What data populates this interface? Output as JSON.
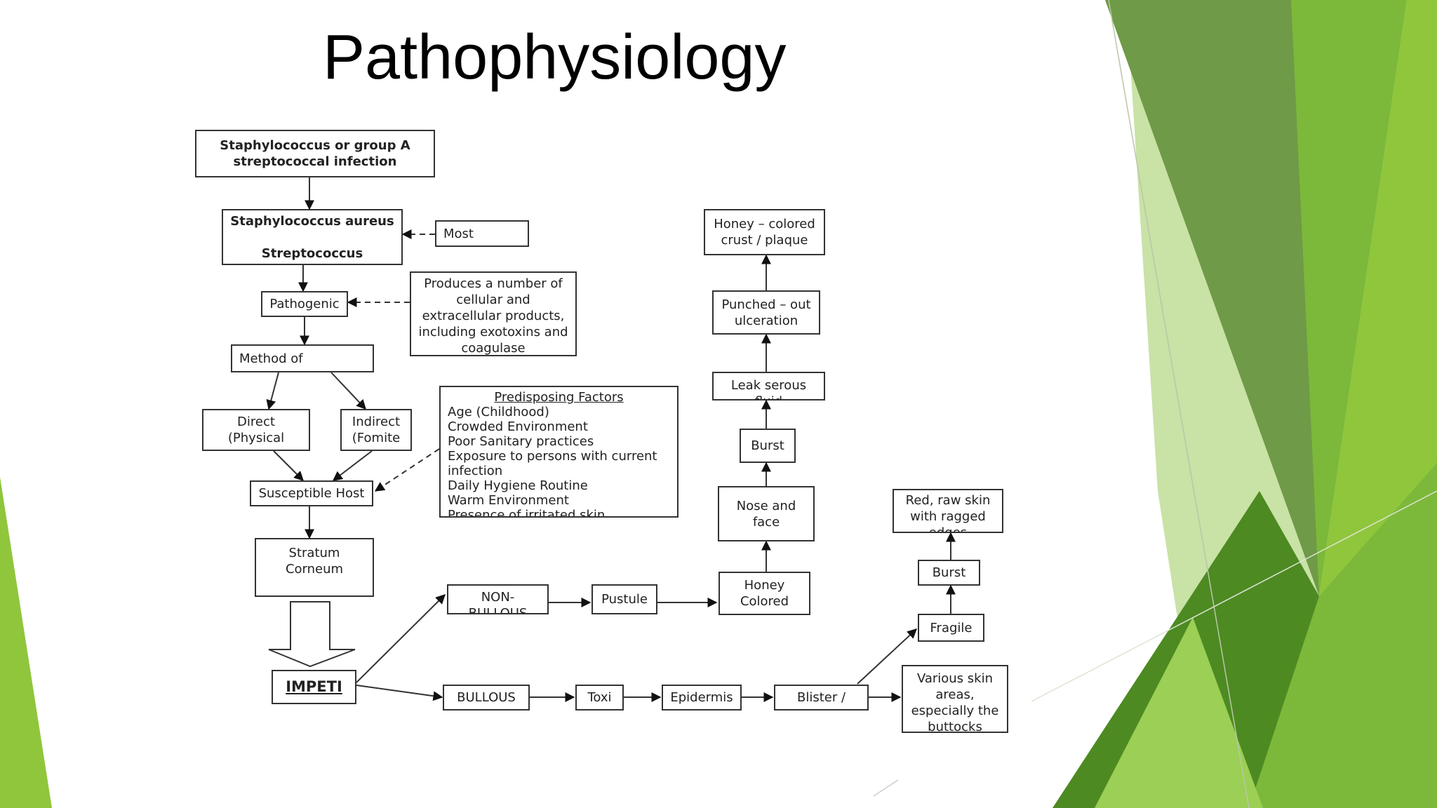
{
  "slide": {
    "title": "Pathophysiology",
    "colors": {
      "green_dark": "#6f9a47",
      "green_mid": "#7cb93a",
      "green_light": "#8fc63c",
      "green_pale": "#c9e2a6",
      "green_deep": "#4d8a22"
    }
  },
  "diagram": {
    "nodes": {
      "infection": "Staphylococcus or group A\nstreptococcal infection",
      "organisms": "Staphylococcus aureus\n\nStreptococcus",
      "most": "Most",
      "pathogenic": "Pathogenic",
      "products": "Produces a number of\ncellular and\nextracellular products,\nincluding exotoxins and\ncoagulase",
      "method": "Method of",
      "direct": "Direct\n(Physical",
      "indirect": "Indirect\n(Fomite",
      "host": "Susceptible Host",
      "factors_title": "Predisposing Factors",
      "factors_items": "Age (Childhood)\nCrowded Environment\nPoor Sanitary practices\nExposure to persons with current\ninfection\nDaily Hygiene Routine\nWarm Environment\nPresence of irritated skin",
      "stratum": "Stratum\nCorneum",
      "impeti": "IMPETI",
      "nonbullous": "NON-\nBULLOUS",
      "pustule": "Pustule",
      "honey_colored": "Honey\nColored",
      "nose_face": "Nose and\nface",
      "burst_top": "Burst",
      "leak": "Leak serous\nfluid",
      "punched": "Punched – out\nulceration",
      "honey_crust": "Honey – colored\ncrust / plaque",
      "bullous": "BULLOUS",
      "toxi": "Toxi",
      "epidermis": "Epidermis",
      "blister": "Blister /",
      "various": "Various skin\nareas,\nespecially the\nbuttocks",
      "fragile": "Fragile",
      "burst_right": "Burst",
      "red_raw": "Red, raw skin\nwith ragged\nedges"
    }
  }
}
